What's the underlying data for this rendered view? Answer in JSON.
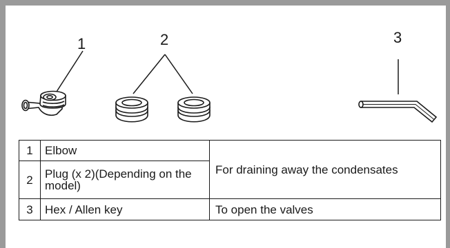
{
  "callouts": {
    "part1": "1",
    "part2": "2",
    "part3": "3"
  },
  "icons": {
    "part1": "elbow-fitting-icon",
    "part2": "drain-plug-icon",
    "part3": "hex-allen-key-icon"
  },
  "table": {
    "rows": [
      {
        "num": "1",
        "item": "Elbow",
        "use": "For draining away the condensates"
      },
      {
        "num": "2",
        "item": "Plug (x 2)(Depending on the model)",
        "use": "For draining away the condensates"
      },
      {
        "num": "3",
        "item": "Hex / Allen key",
        "use": "To open the valves"
      }
    ]
  },
  "colors": {
    "frame": "#9a9a9a",
    "line": "#1a1a1a"
  }
}
